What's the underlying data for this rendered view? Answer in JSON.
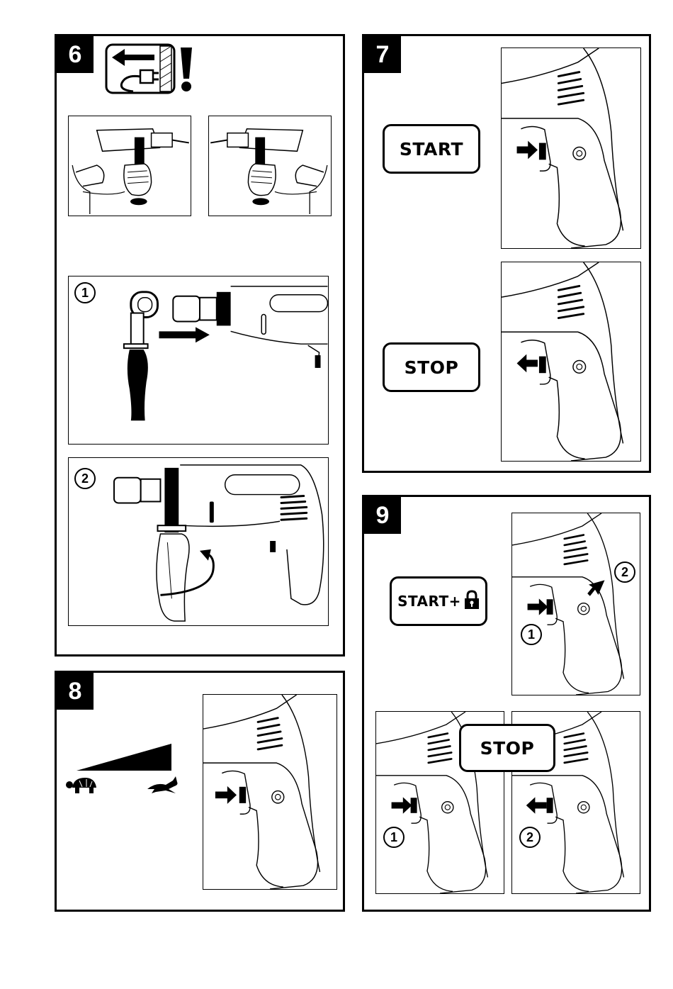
{
  "panels": {
    "p6": {
      "number": "6",
      "step1": "1",
      "step2": "2"
    },
    "p7": {
      "number": "7",
      "start_label": "START",
      "stop_label": "STOP"
    },
    "p8": {
      "number": "8"
    },
    "p9": {
      "number": "9",
      "start_lock_label": "START+",
      "stop_label": "STOP",
      "marker_1": "1",
      "marker_2": "2",
      "marker_1b": "1",
      "marker_2b": "2"
    }
  },
  "icons": {
    "unplug": "unplug-icon",
    "warning": "exclamation-icon",
    "lock": "padlock-icon",
    "slow": "tortoise-icon",
    "fast": "hare-icon",
    "arrow": "arrow-icon"
  }
}
